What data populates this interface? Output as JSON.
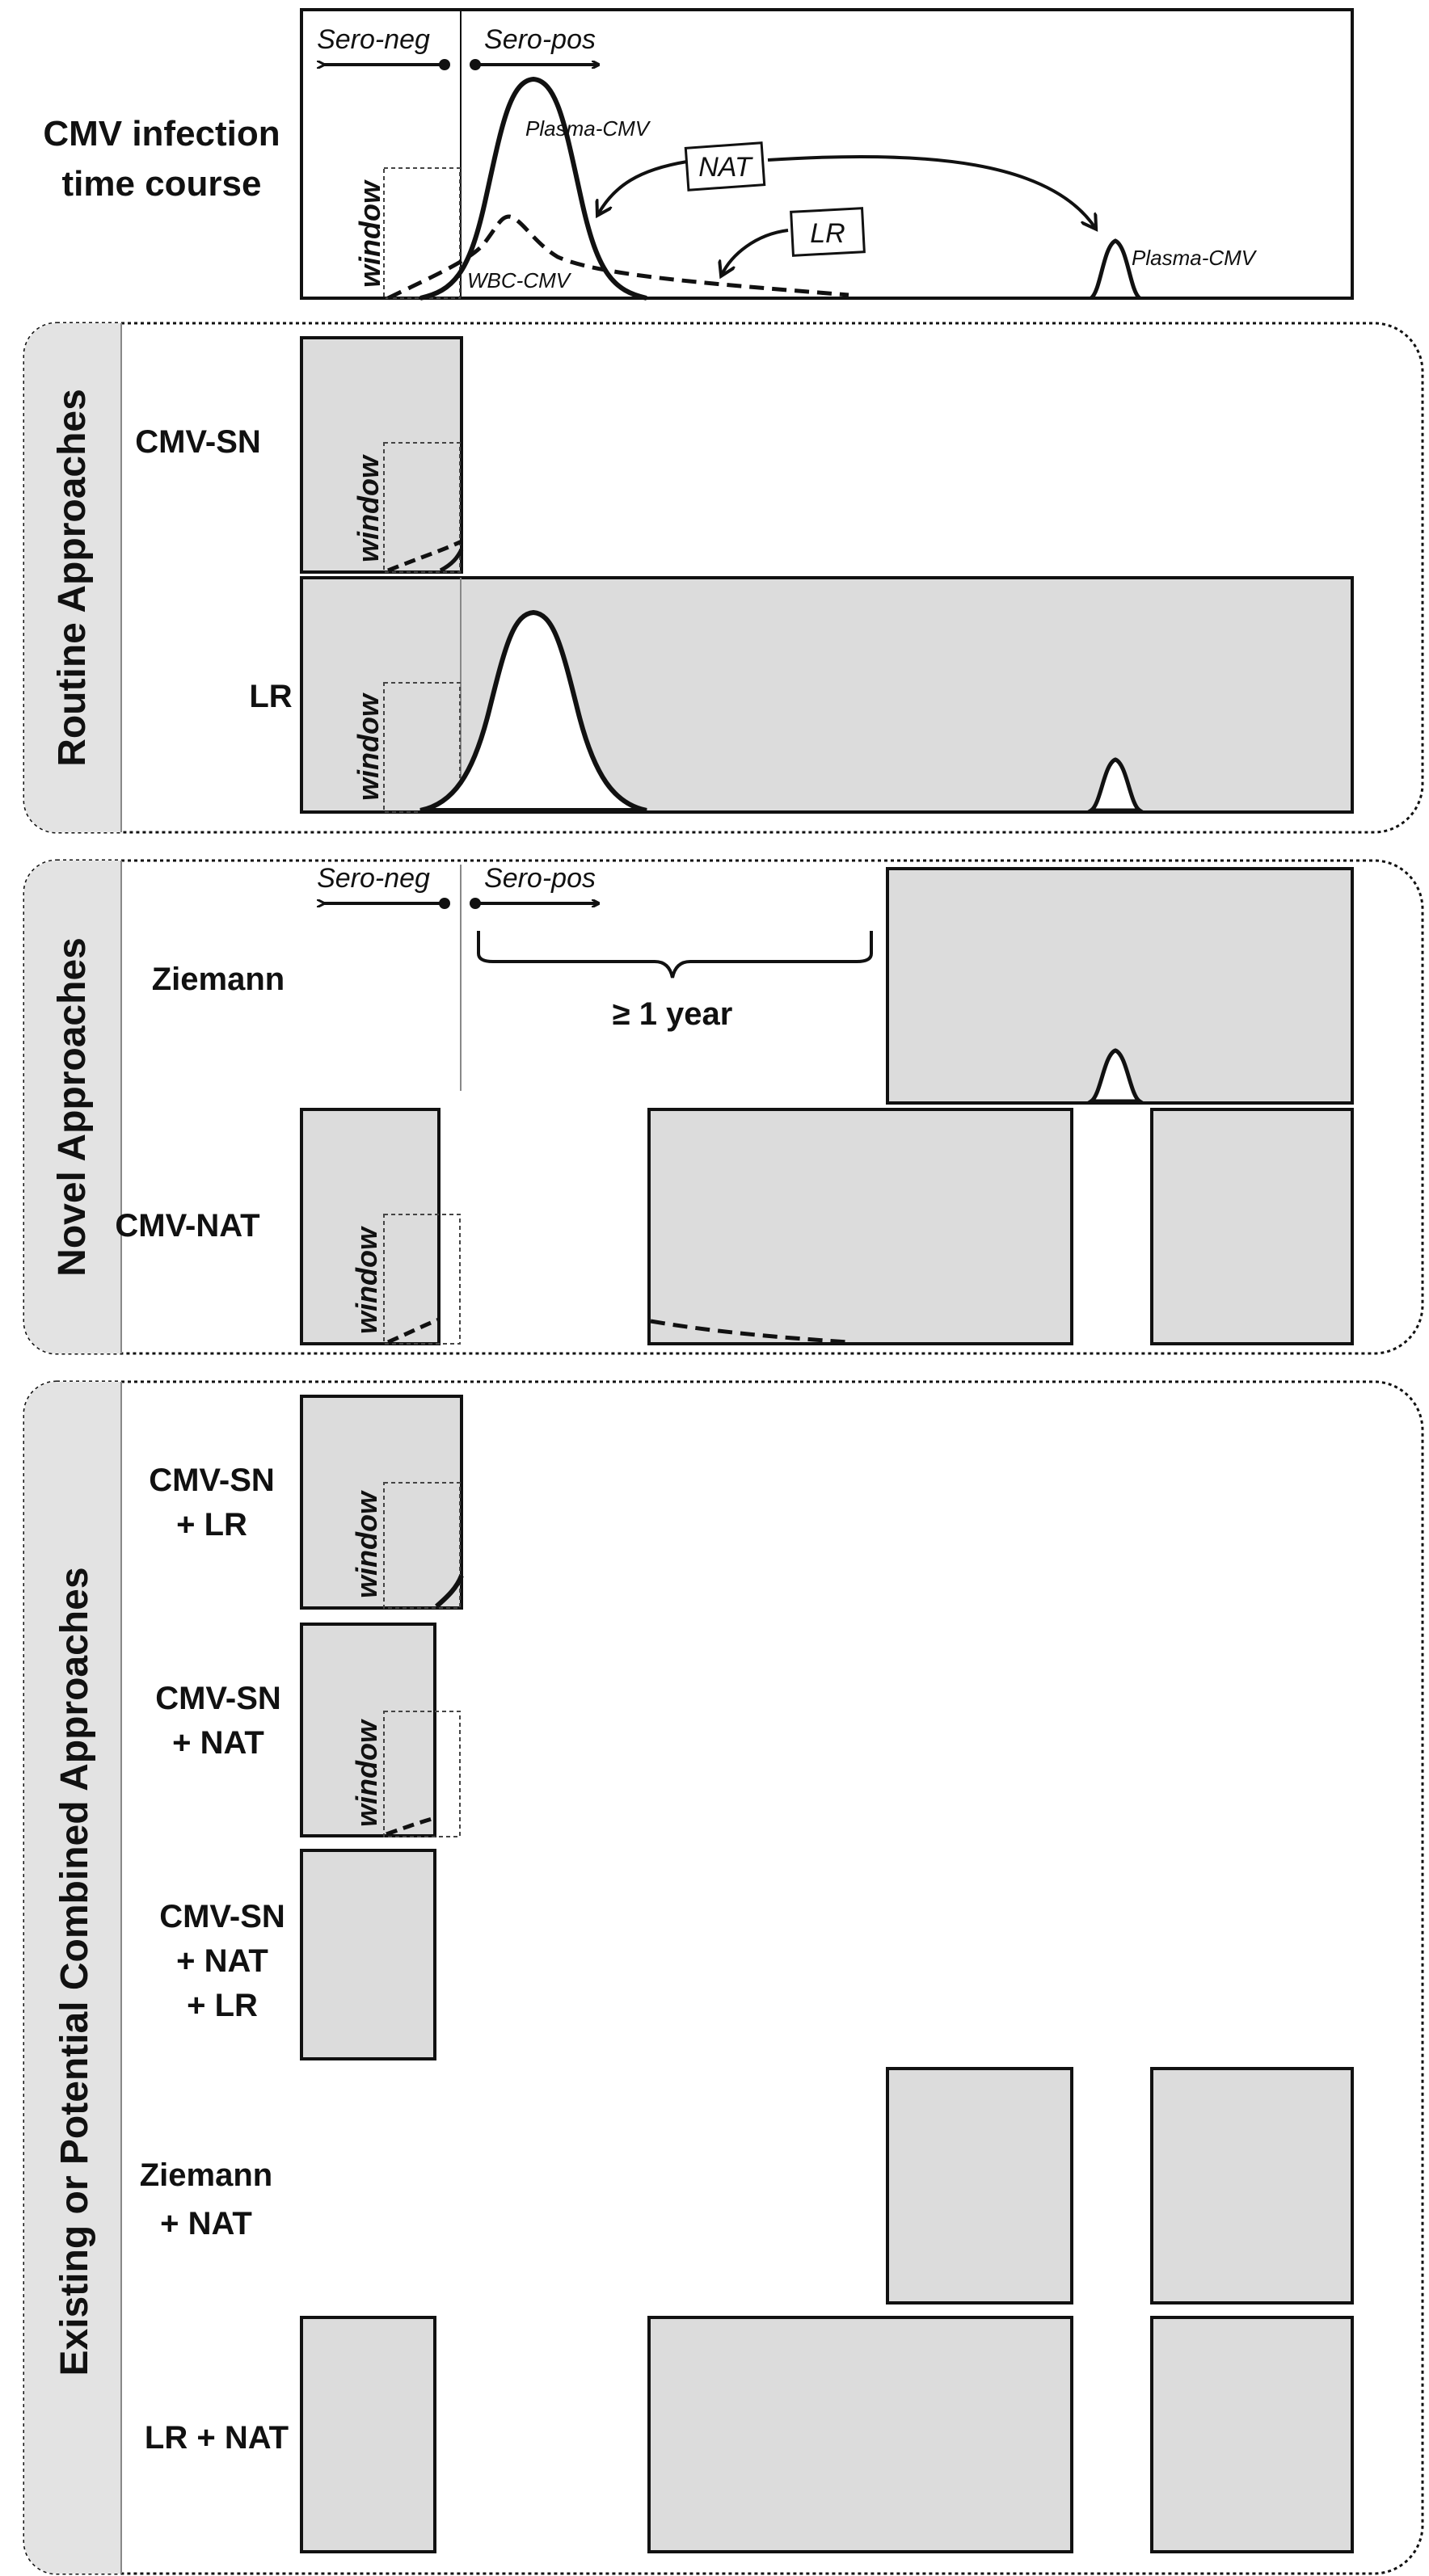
{
  "top": {
    "title_line1": "CMV infection",
    "title_line2": "time course",
    "sero_neg": "Sero-neg",
    "sero_pos": "Sero-pos",
    "window": "window",
    "plasma_cmv": "Plasma-CMV",
    "plasma_cmv_late": "Plasma-CMV",
    "wbc_cmv": "WBC-CMV",
    "nat_box": "NAT",
    "lr_box": "LR"
  },
  "sections": {
    "routine": "Routine Approaches",
    "novel": "Novel Approaches",
    "combined": "Existing or Potential Combined Approaches"
  },
  "rows": {
    "cmv_sn": "CMV-SN",
    "lr": "LR",
    "ziemann": "Ziemann",
    "cmv_nat": "CMV-NAT",
    "sn_lr_1": "CMV-SN",
    "sn_lr_2": "+ LR",
    "sn_nat_1": "CMV-SN",
    "sn_nat_2": "+ NAT",
    "sn_nat_lr_1": "CMV-SN",
    "sn_nat_lr_2": "+ NAT",
    "sn_nat_lr_3": "+ LR",
    "zie_nat_1": "Ziemann",
    "zie_nat_2": "+ NAT",
    "lr_nat": "LR + NAT"
  },
  "novel_axis": {
    "sero_neg": "Sero-neg",
    "sero_pos": "Sero-pos",
    "year": "≥ 1 year"
  },
  "window_label": "window",
  "colors": {
    "shade": "#dcdcdc",
    "panel_bg": "#e3e3e3",
    "stroke": "#111111"
  }
}
